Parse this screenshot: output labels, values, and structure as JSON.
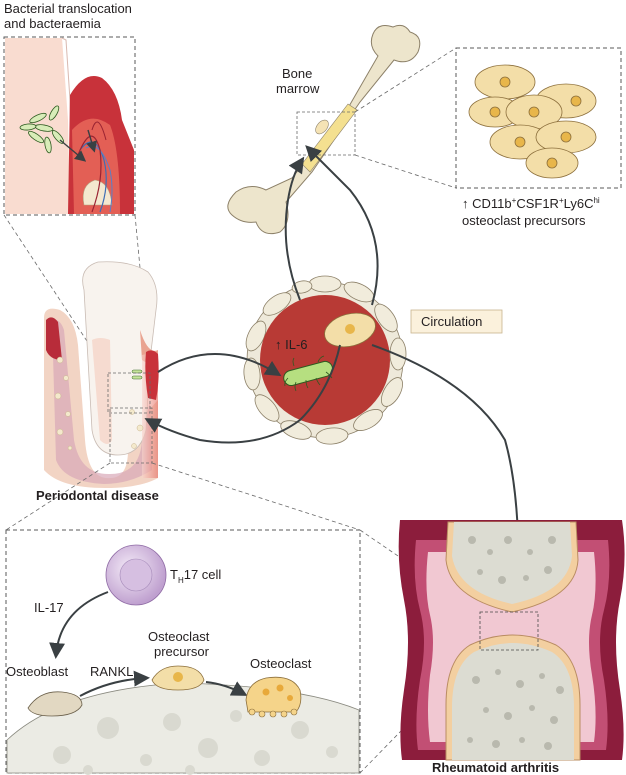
{
  "labels": {
    "bacterial_translocation_line1": "Bacterial translocation",
    "bacterial_translocation_line2": "and bacteraemia",
    "bone_marrow_line1": "Bone",
    "bone_marrow_line2": "marrow",
    "precursors_arrow": "↑",
    "precursors_markers_a": "CD11b",
    "precursors_sup1": "+",
    "precursors_markers_b": "CSF1R",
    "precursors_sup2": "+",
    "precursors_markers_c": "Ly6C",
    "precursors_sup3": "hi",
    "precursors_line2": "osteoclast precursors",
    "il6": "↑ IL-6",
    "circulation": "Circulation",
    "periodontal_disease": "Periodontal disease",
    "th17_t": "T",
    "th17_sub": "H",
    "th17_rest": "17 cell",
    "il17": "IL-17",
    "osteoblast": "Osteoblast",
    "rankl": "RANKL",
    "osteoclast_precursor_line1": "Osteoclast",
    "osteoclast_precursor_line2": "precursor",
    "osteoclast": "Osteoclast",
    "rheumatoid_arthritis": "Rheumatoid arthritis"
  },
  "colors": {
    "gum_red": "#c8323a",
    "blood_red": "#b83a35",
    "cell_beige": "#f3dea8",
    "nucleus_orange": "#e8b64a",
    "bone_beige": "#ede5cc",
    "bacterium_green": "#b6df80",
    "synovium": "#8c1d3c",
    "label_box": "#fbf1dc"
  }
}
